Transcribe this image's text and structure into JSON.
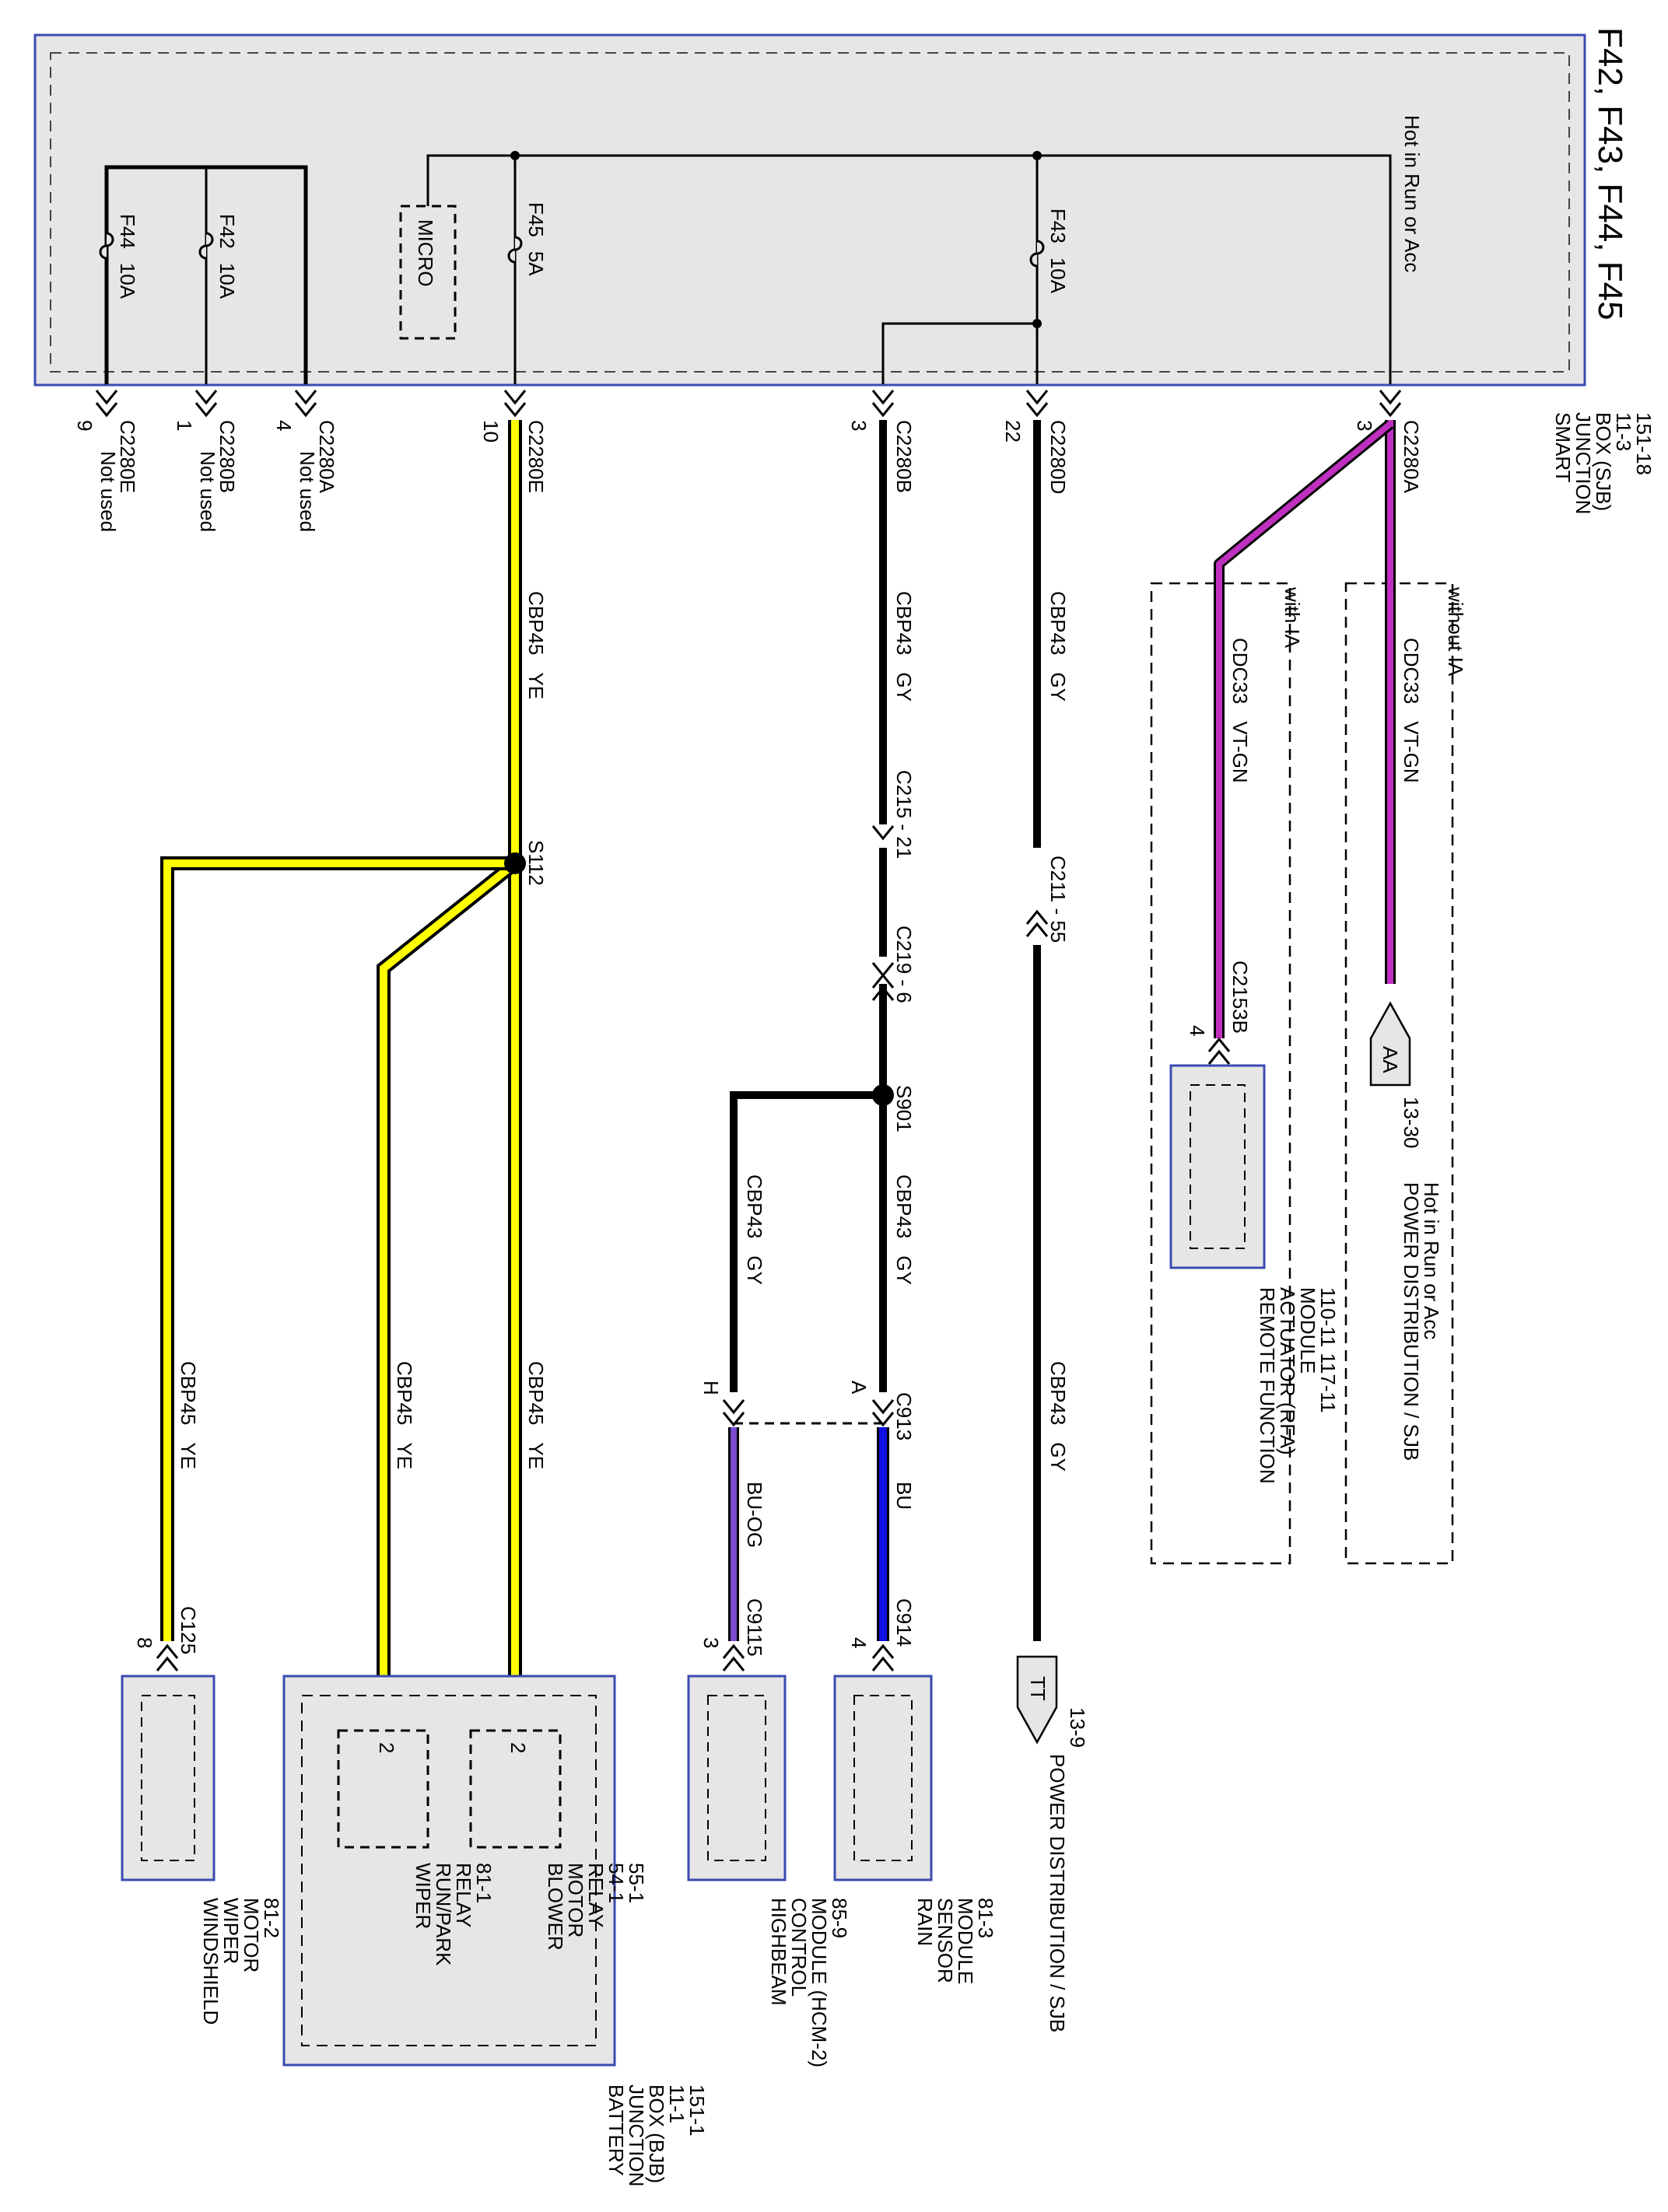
{
  "title": "F42, F43, F44, F45",
  "colors": {
    "box_fill": "#e6e6e6",
    "box_border": "#3b4bb0",
    "wire_gy": "#000000",
    "wire_ye": "#ffff00",
    "wire_vtgn": "#c030c0",
    "wire_bu": "#1010e0",
    "wire_buog": "#7a4bd0"
  },
  "sjb": {
    "name_lines": [
      "SMART",
      "JUNCTION",
      "BOX (SJB)",
      "11-3",
      "151-18"
    ],
    "hot_label": "Hot in Run or Acc",
    "micro_label": "MICRO",
    "fuses": {
      "f44": {
        "name": "F44",
        "rating": "10A"
      },
      "f42": {
        "name": "F42",
        "rating": "10A"
      },
      "f45": {
        "name": "F45",
        "rating": "5A"
      },
      "f43": {
        "name": "F43",
        "rating": "10A"
      }
    },
    "pins": {
      "c2280e_9": {
        "connector": "C2280E",
        "pin": "9",
        "note": "Not used"
      },
      "c2280b_1": {
        "connector": "C2280B",
        "pin": "1",
        "note": "Not used"
      },
      "c2280a_4": {
        "connector": "C2280A",
        "pin": "4",
        "note": "Not used"
      },
      "c2280e_10": {
        "connector": "C2280E",
        "pin": "10"
      },
      "c2280b_3": {
        "connector": "C2280B",
        "pin": "3"
      },
      "c2280d_22": {
        "connector": "C2280D",
        "pin": "22"
      },
      "c2280a_3": {
        "connector": "C2280A",
        "pin": "3"
      }
    }
  },
  "options": {
    "without_ia": "without IA",
    "with_ia": "with IA"
  },
  "circuits": {
    "cdc33_a": {
      "circuit": "CDC33",
      "color": "VT-GN"
    },
    "cdc33_b": {
      "circuit": "CDC33",
      "color": "VT-GN"
    },
    "cbp43_main": {
      "circuit": "CBP43",
      "color": "GY"
    },
    "cbp43_left": {
      "circuit": "CBP43",
      "color": "GY"
    },
    "cbp43_main_lower": {
      "circuit": "CBP43",
      "color": "GY"
    },
    "cbp43_after_s901_a": {
      "circuit": "CBP43",
      "color": "GY"
    },
    "cbp43_after_s901_b": {
      "circuit": "CBP43",
      "color": "GY"
    },
    "cbp45_top": {
      "circuit": "CBP45",
      "color": "YE"
    },
    "cbp45_blower": {
      "circuit": "CBP45",
      "color": "YE"
    },
    "cbp45_wiper": {
      "circuit": "CBP45",
      "color": "YE"
    },
    "cbp45_windshield": {
      "circuit": "CBP45",
      "color": "YE"
    },
    "bu": {
      "color": "BU"
    },
    "bu_og": {
      "color": "BU-OG"
    }
  },
  "inline_connectors": {
    "c211": "C211 - 55",
    "c215": "C215 - 21",
    "c219": "C219 - 6",
    "c2153b": "C2153B",
    "c2153b_pin": "4",
    "c913": "C913",
    "c913_pin_a": "A",
    "c913_pin_h": "H",
    "c914": "C914",
    "c914_pin": "4",
    "c9115": "C9115",
    "c9115_pin": "3",
    "c125": "C125",
    "c125_pin": "8"
  },
  "splices": {
    "s112": "S112",
    "s901": "S901"
  },
  "offpage": {
    "aa": {
      "tag": "AA",
      "ref": "13-30",
      "lines": [
        "POWER DISTRIBUTION / SJB",
        "Hot in Run or Acc"
      ]
    },
    "tt": {
      "tag": "TT",
      "ref": "13-9",
      "lines": [
        "POWER DISTRIBUTION / SJB"
      ]
    }
  },
  "modules": {
    "rfa": {
      "lines": [
        "REMOTE FUNCTION",
        "ACTUATOR (RFA)",
        "MODULE",
        "110-11    117-11"
      ]
    },
    "rain": {
      "lines": [
        "RAIN",
        "SENSOR",
        "MODULE",
        "81-3"
      ]
    },
    "hcm": {
      "lines": [
        "HIGHBEAM",
        "CONTROL",
        "MODULE (HCM-2)",
        "85-9"
      ]
    },
    "bjb": {
      "lines": [
        "BATTERY",
        "JUNCTION",
        "BOX (BJB)",
        "11-1",
        "151-1"
      ]
    },
    "blower": {
      "pin": "2",
      "lines": [
        "BLOWER",
        "MOTOR",
        "RELAY",
        "54-1",
        "55-1"
      ]
    },
    "wiperrelay": {
      "pin": "2",
      "lines": [
        "WIPER",
        "RUN/PARK",
        "RELAY",
        "81-1"
      ]
    },
    "wsmotor": {
      "lines": [
        "WINDSHIELD",
        "WIPER",
        "MOTOR",
        "81-2"
      ]
    }
  }
}
